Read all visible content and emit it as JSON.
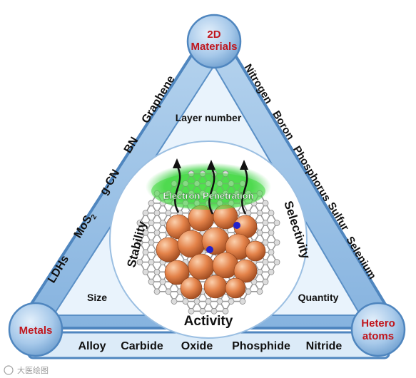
{
  "nodes": {
    "top": {
      "lines": [
        "2D",
        "Materials"
      ]
    },
    "left": {
      "label": "Metals"
    },
    "right": {
      "lines": [
        "Hetero",
        "atoms"
      ]
    }
  },
  "edges": {
    "left": [
      "LDHs",
      "MoS",
      "g-CN",
      "BN",
      "Graphene"
    ],
    "left_subscript": "2",
    "right": [
      "Nitrogen",
      "Boron",
      "Phosphorus",
      "Sulfur",
      "Selenium"
    ],
    "bottom": [
      "Alloy",
      "Carbide",
      "Oxide",
      "Phosphide",
      "Nitride"
    ]
  },
  "inner_labels": {
    "top": "Layer number",
    "left": "Size",
    "right": "Quantity"
  },
  "center": {
    "penetration": "Electron Penetration",
    "stability": "Stability",
    "selectivity": "Selectivity",
    "activity": "Activity"
  },
  "watermark": {
    "text": "大医绘图"
  },
  "colors": {
    "triangle_fill": "#9cc3e6",
    "triangle_edge": "#4f86bf",
    "inner_fill": "#e8f2fb",
    "node_fill": "#a9cbeb",
    "node_text": "#c0161d",
    "glow": "#38d23a",
    "core": "#e8874a"
  }
}
